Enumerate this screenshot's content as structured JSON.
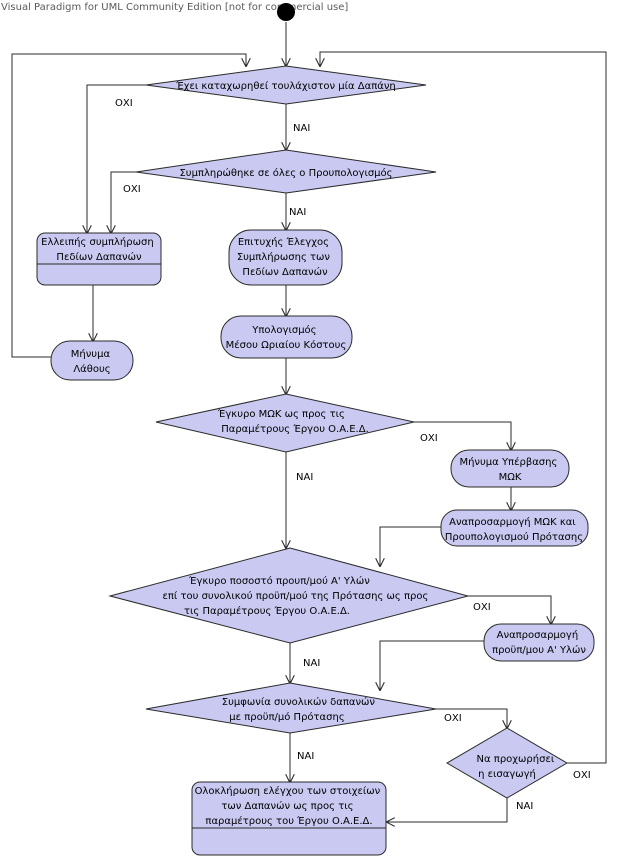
{
  "watermark": "Visual Paradigm for UML Community Edition [not for commercial use]",
  "colors": {
    "node_fill": "#c9c9f1",
    "stroke": "#2b2b2b",
    "start": "#000000"
  },
  "edge_labels": {
    "yes": "ΝΑΙ",
    "no": "ΟΧΙ"
  },
  "decisions": {
    "d1": [
      "Έχει καταχωρηθεί τουλάχιστον μία Δαπάνη"
    ],
    "d2": [
      "Συμπληρώθηκε σε όλες ο Προυπολογισμός"
    ],
    "d3": [
      "Έγκυρο ΜΩΚ ως προς τις",
      "Παραμέτρους  Έργου Ο.Α.Ε.Δ."
    ],
    "d4": [
      "Έγκυρο ποσοστό προυπ/μού Α' Υλών",
      "επί του συνολικού προϋπ/μού της Πρότασης ως προς",
      "τις Παραμέτρους  Έργου Ο.Α.Ε.Δ."
    ],
    "d5": [
      "Συμφωνία συνολικών δαπανών",
      "με προϋπ/μό Πρότασης"
    ],
    "d6": [
      "Να προχωρήσει",
      "η εισαγωγή"
    ]
  },
  "actions": {
    "a1": [
      "Ελλειπής συμπλήρωση",
      "Πεδίων Δαπανών"
    ],
    "a2": [
      "Μήνυμα",
      "Λάθους"
    ],
    "a3": [
      "Επιτυχής Έλεγχος",
      "Συμπλήρωσης των",
      "Πεδίων Δαπανών"
    ],
    "a4": [
      "Υπολογισμός",
      "Μέσου Ωριαίου Κόστους"
    ],
    "a5": [
      "Μήνυμα Υπέρβασης",
      "ΜΩΚ"
    ],
    "a6": [
      "Αναπροσαρμογή ΜΩΚ και",
      "Προυπολογισμού Πρότασης"
    ],
    "a7": [
      "Αναπροσαρμογή",
      "προϋπ/μου Α' Υλών"
    ],
    "a8": [
      "Ολοκλήρωση ελέγχου των στοιχείων",
      "των Δαπανών ως προς τις",
      "παραμέτρους του Έργου Ο.Α.Ε.Δ."
    ]
  }
}
